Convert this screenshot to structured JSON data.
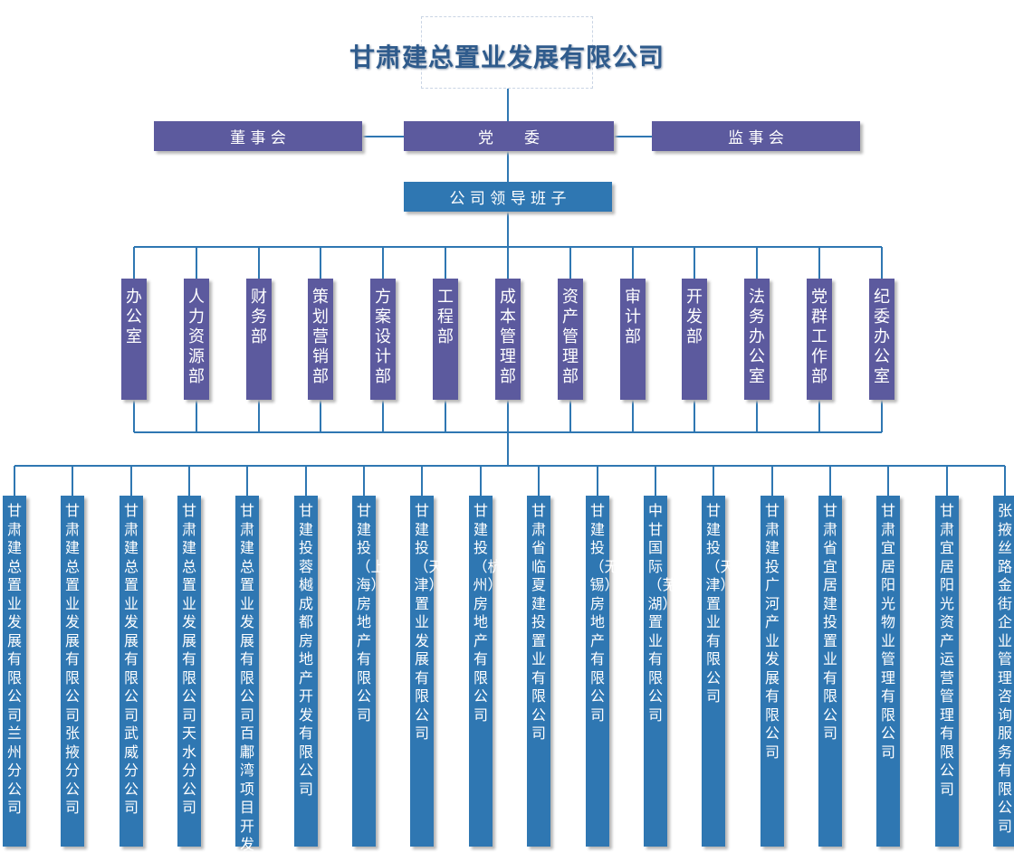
{
  "title": "甘肃建总置业发展有限公司",
  "top": {
    "board": "董 事 会",
    "party": "党　　委",
    "supervisory": "监 事 会",
    "leadership": "公 司 领 导 班 子"
  },
  "departments": [
    "办公室",
    "人力资源部",
    "财务部",
    "策划营销部",
    "方案设计部",
    "工程部",
    "成本管理部",
    "资产管理部",
    "审计部",
    "开发部",
    "法务办公室",
    "党群工作部",
    "纪委办公室"
  ],
  "subsidiaries": [
    "甘肃建总置业发展有限公司兰州分公司",
    "甘肃建总置业发展有限公司张掖分公司",
    "甘肃建总置业发展有限公司武威分公司",
    "甘肃建总置业发展有限公司天水分公司",
    "甘肃建总置业发展有限公司百鄘湾项目开发公司",
    "甘建投蓉樾成都房地产开发有限公司",
    "甘建投（上海）房地产有限公司",
    "甘建投（天津）置业发展有限公司",
    "甘建投（杭州）房地产有限公司",
    "甘肃省临夏建投置业有限公司",
    "甘建投（无锡）房地产有限公司",
    "中甘国际（芜湖）置业有限公司",
    "甘建投（天津）置业有限公司",
    "甘肃建投广河产业发展有限公司",
    "甘肃省宜居建投置业有限公司",
    "甘肃宜居阳光物业管理有限公司",
    "甘肃宜居阳光资产运营管理有限公司",
    "张掖丝路金街企业管理咨询服务有限公司"
  ],
  "colors": {
    "purple": "#5c5a9e",
    "blue": "#2f77b2",
    "line": "#2f77b2",
    "title": "#2f5b8c"
  }
}
